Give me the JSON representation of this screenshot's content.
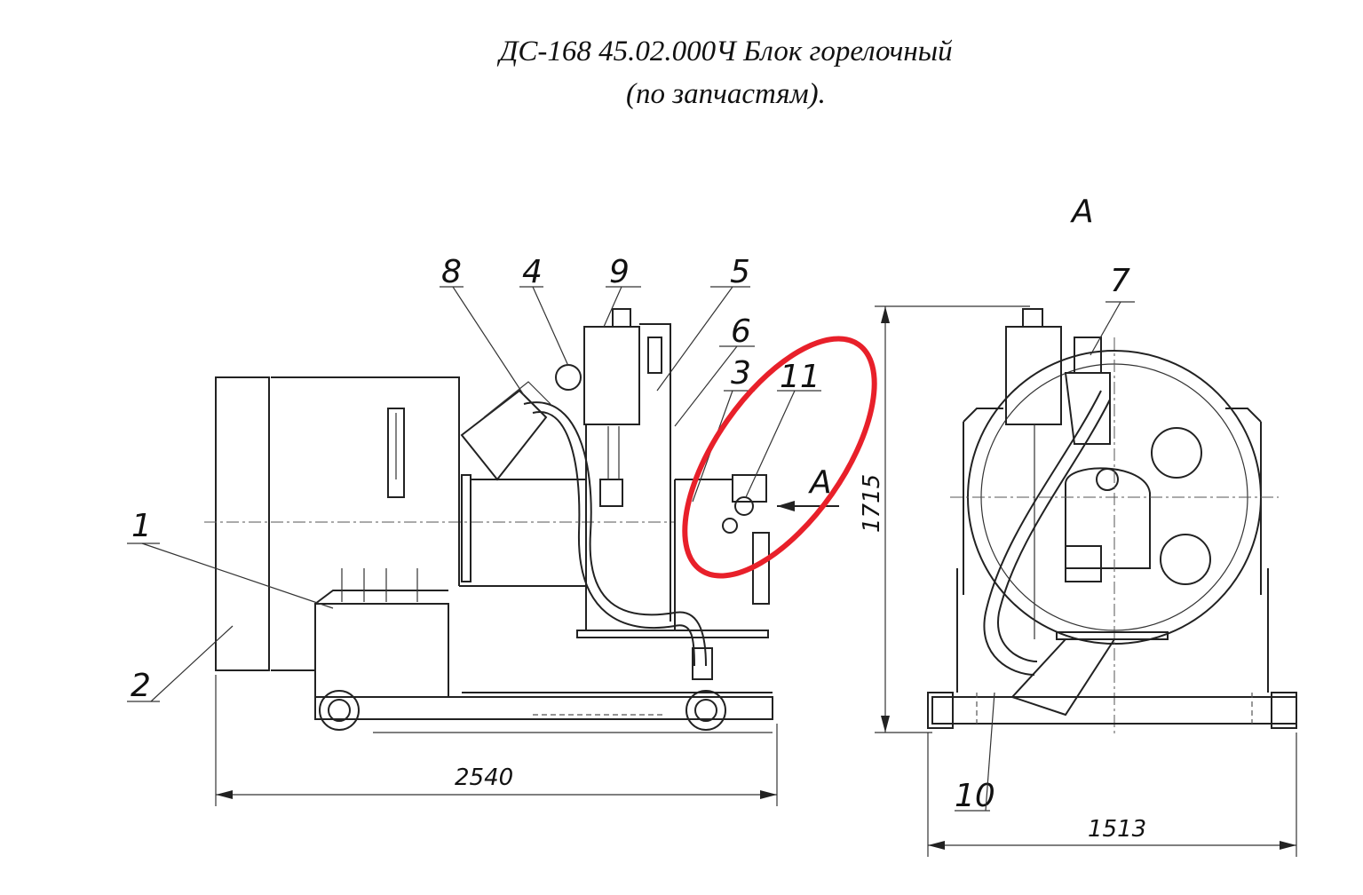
{
  "title": {
    "line1": "ДС-168 45.02.000Ч Блок горелочный",
    "line2": "(по запчастям)."
  },
  "view_label": "A",
  "section_arrow_label": "A",
  "callouts": [
    "1",
    "2",
    "3",
    "4",
    "5",
    "6",
    "7",
    "8",
    "9",
    "10",
    "11"
  ],
  "dimensions": {
    "length": "2540",
    "height": "1715",
    "width": "1513"
  },
  "highlight": {
    "color": "#e8202a",
    "target_callout": "11"
  }
}
